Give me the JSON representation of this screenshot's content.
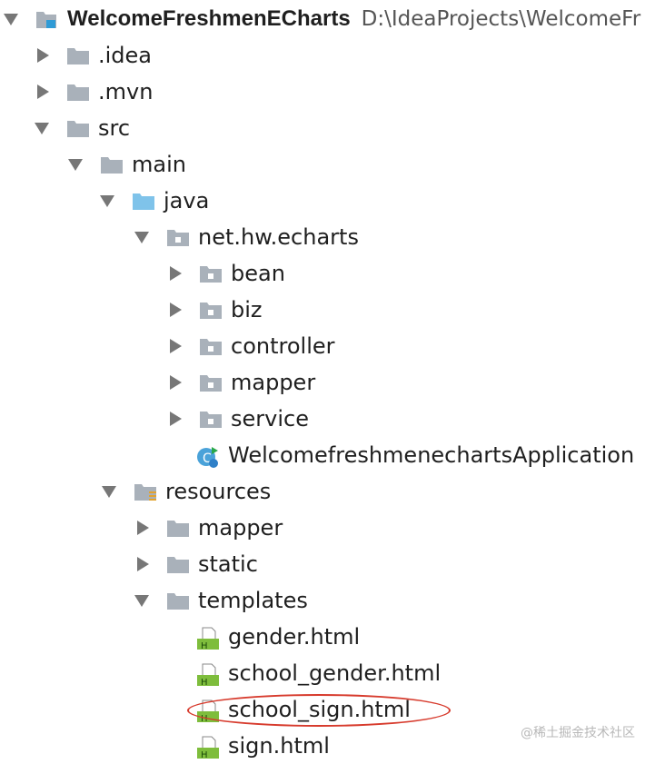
{
  "project": {
    "name": "WelcomeFreshmenECharts",
    "path": "D:\\IdeaProjects\\WelcomeFr"
  },
  "tree": {
    "idea": ".idea",
    "mvn": ".mvn",
    "src": "src",
    "main": "main",
    "java": "java",
    "package": "net.hw.echarts",
    "bean": "bean",
    "biz": "biz",
    "controller": "controller",
    "mapper": "mapper",
    "service": "service",
    "application": "WelcomefreshmenechartsApplication",
    "resources": "resources",
    "resources_mapper": "mapper",
    "static": "static",
    "templates": "templates",
    "gender_html": "gender.html",
    "school_gender_html": "school_gender.html",
    "school_sign_html": "school_sign.html",
    "sign_html": "sign.html"
  },
  "watermark": "@稀土掘金技术社区"
}
